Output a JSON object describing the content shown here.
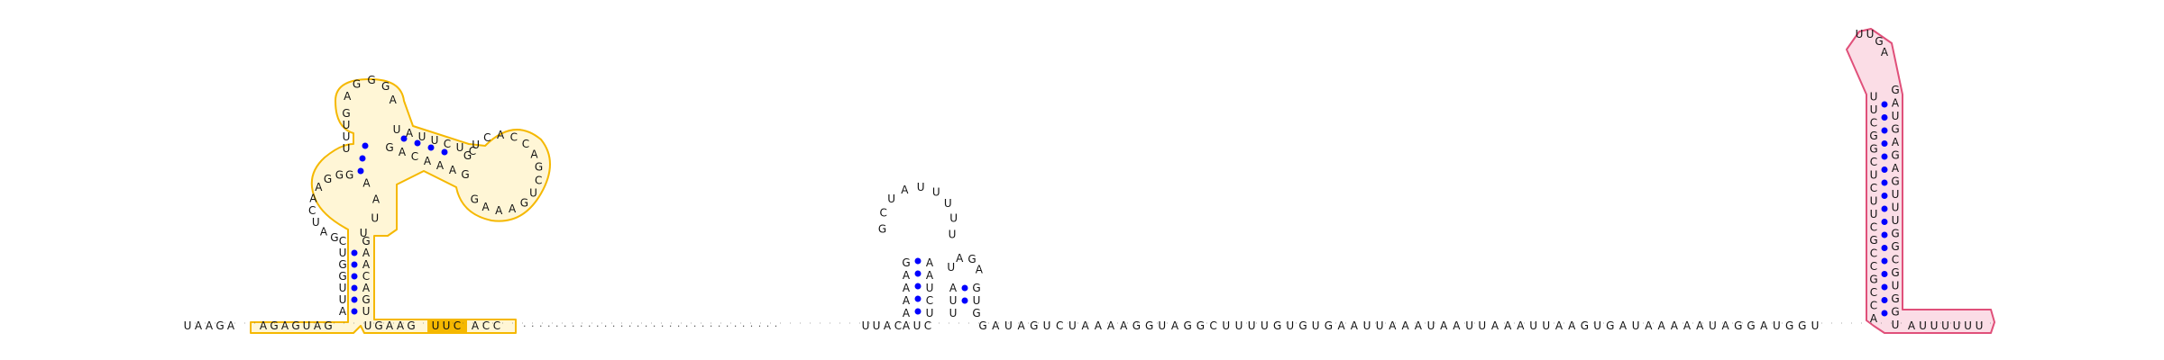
{
  "diagram": {
    "type": "rna-secondary-structure",
    "colors": {
      "background": "#ffffff",
      "base_pair_dot": "#0000ff",
      "outline_domain_1": "#f5b800",
      "fill_domain_1": "#fff6d6",
      "highlight_domain_1": "#f5b800",
      "outline_domain_2": "#e0507a",
      "fill_domain_2": "#fbdde6",
      "backbone": "#555555"
    },
    "baseline_5prime": "UAAGA",
    "domain_1": {
      "stem1_5prime": "AGAGUAG",
      "stem1_3prime": "UGAAG",
      "highlight": "UUC",
      "tail": "ACC",
      "internal_loop_left": "GAUCAAGG",
      "hairpin_loop": "AGGGA",
      "multiloop_arm": "UAUUCUC",
      "arm_return": "GACAAAG",
      "hairpin_loop_2": "GUCACCAGCUGAAAG",
      "stem_right": "GCAUAUUGAGU"
    },
    "unpaired_dots": "· · · · · · · · · · · · · · · · · · · · · · · · · · · · · · · ·",
    "middle_segment_5": "UUAC",
    "middle_hairpin": {
      "stem_5": "AAAAG",
      "stem_3": "UCUAAU",
      "loop": "GCUAUUUUU",
      "loop_left": "GAAGA"
    },
    "small_hairpin": {
      "stem_5": "UUGA",
      "stem_3": "GAUC",
      "loop": "UAGA"
    },
    "long_linker": "GAUAGUCUAAAAGGUAGGCUUUUGUGUGAAUUAAAUAAUUAAAUUAAGUGAUAAAAAUAGGAUGGU",
    "domain_2": {
      "stem_5": "UUCGGCUCUUCGCCGCCA",
      "loop": "UUGA",
      "stem_3": "GAUGAGAGUUUGGCGUGGU",
      "tail_3prime": "AUUUUUU"
    }
  }
}
